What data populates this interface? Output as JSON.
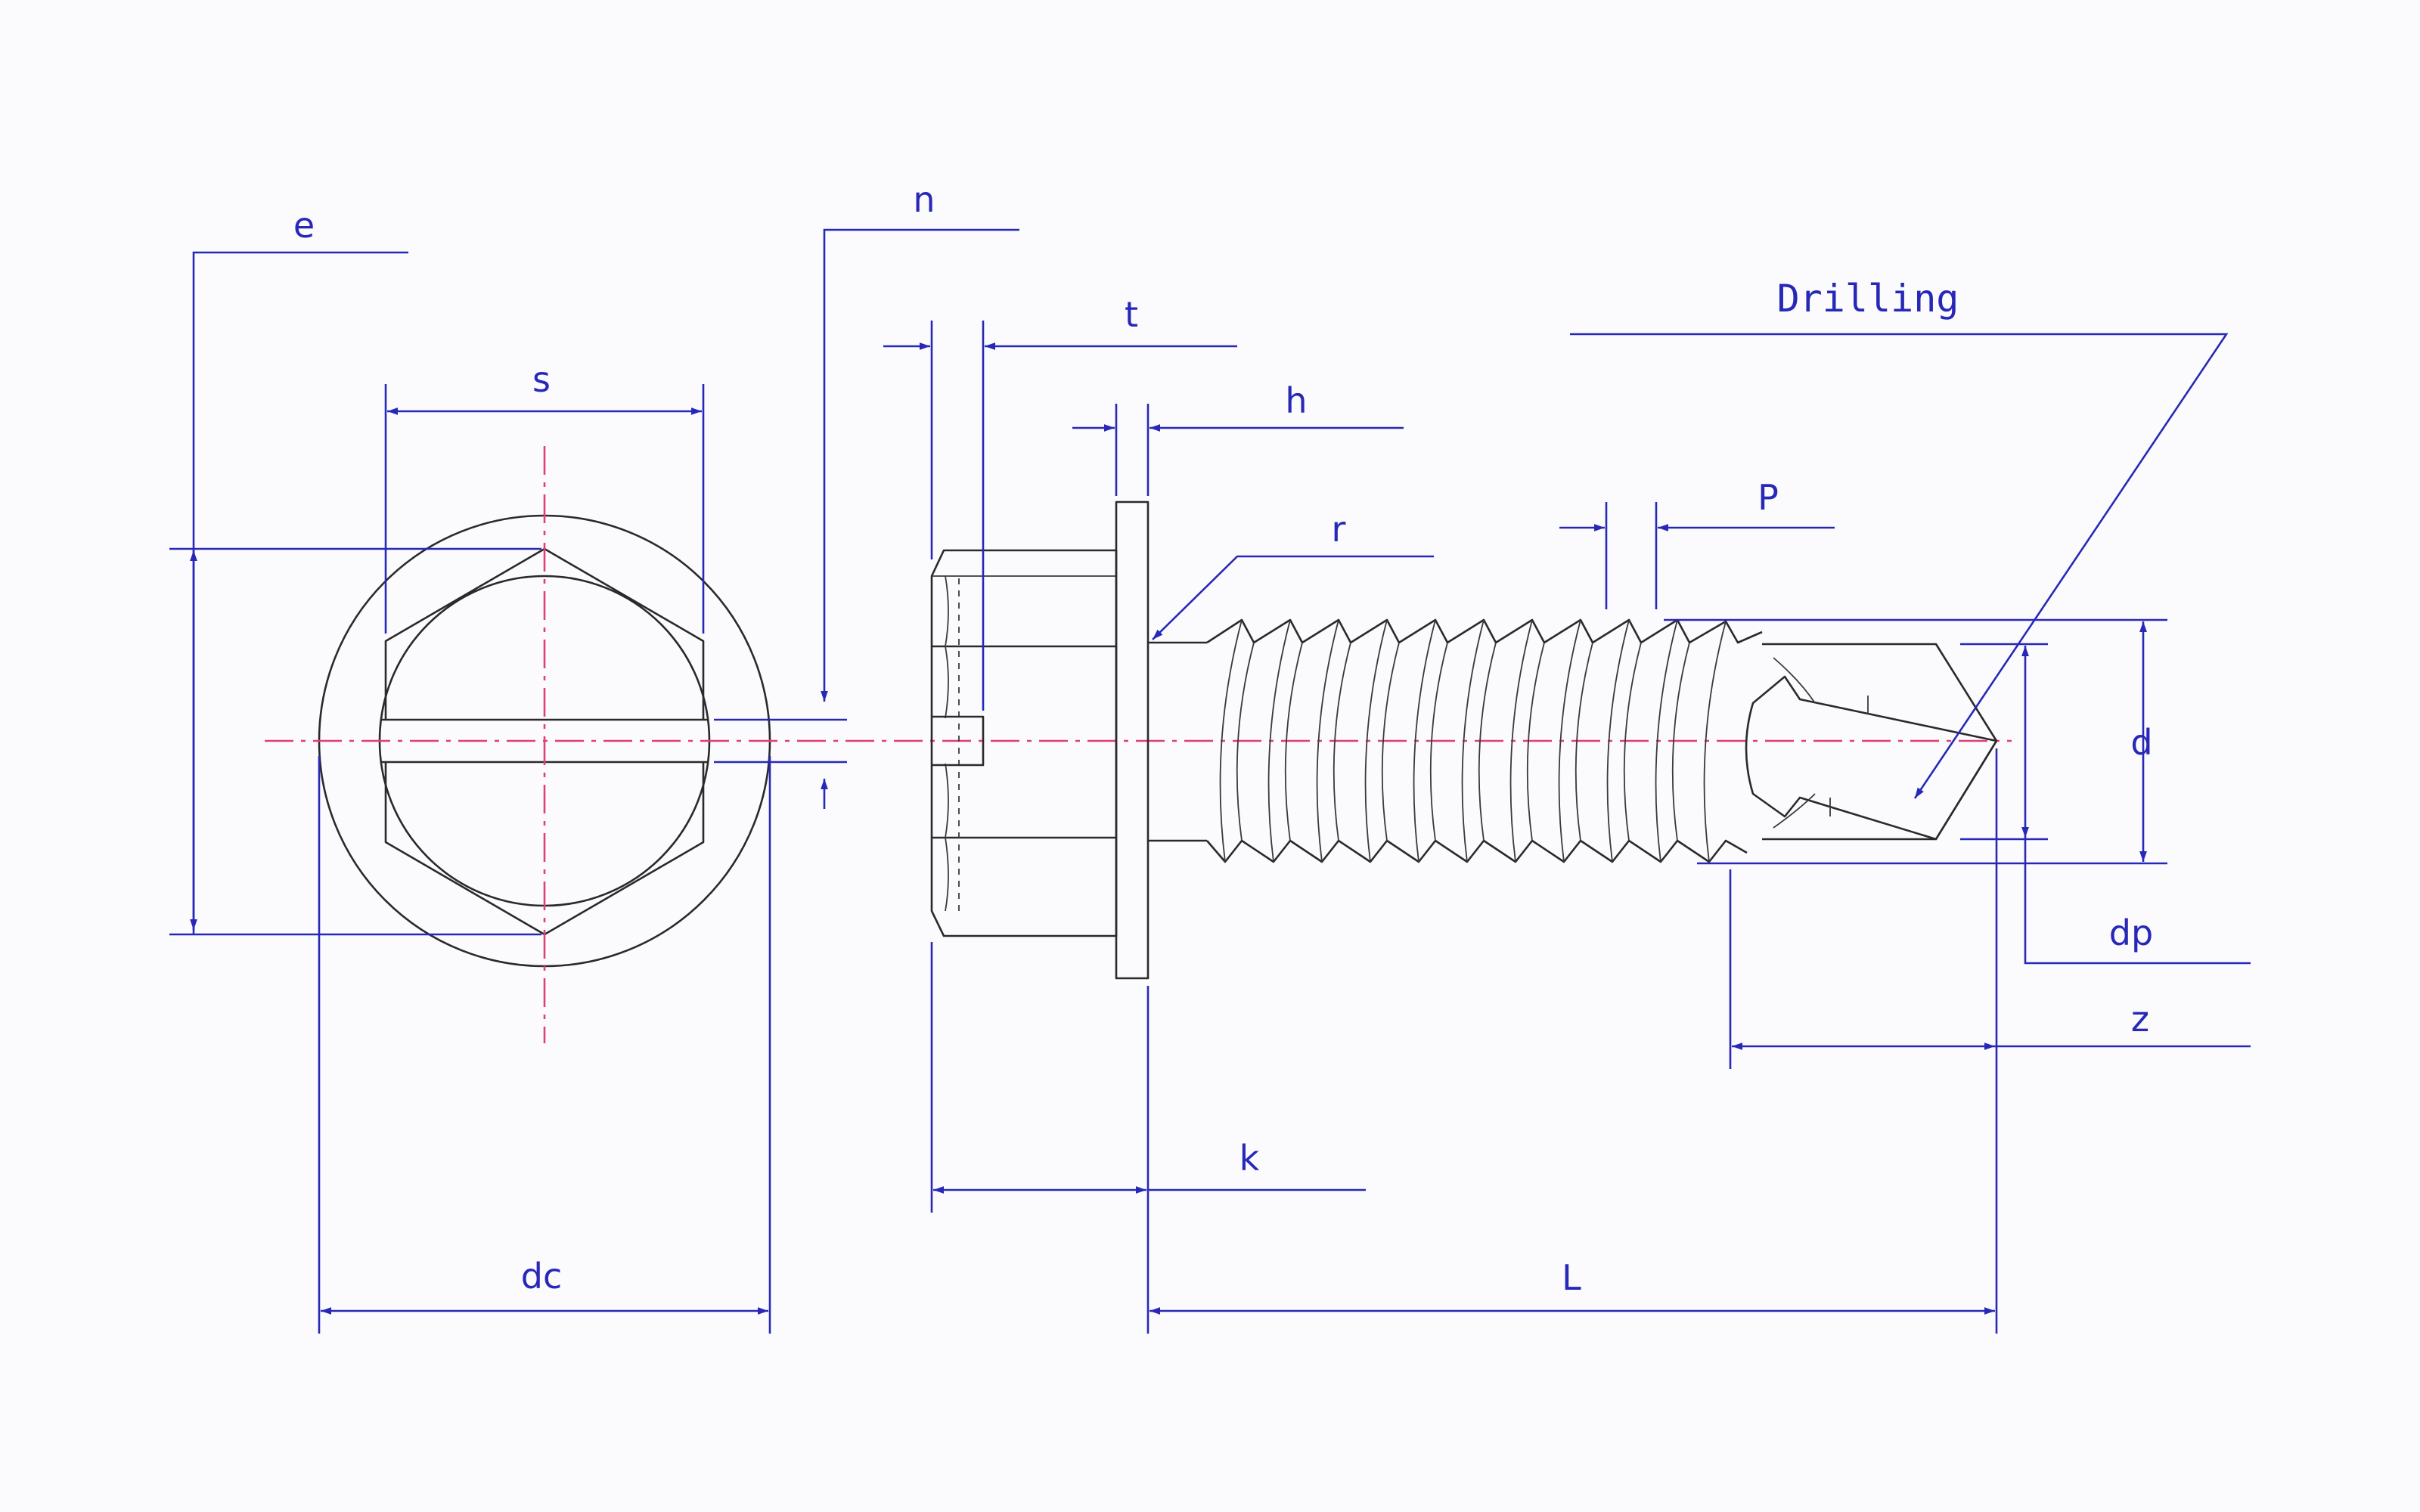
{
  "labels": {
    "e": "e",
    "s": "s",
    "dc": "dc",
    "n": "n",
    "t": "t",
    "h": "h",
    "r": "r",
    "k": "k",
    "p": "P",
    "drilling": "Drilling",
    "d": "d",
    "dp": "dp",
    "z": "z",
    "L": "L"
  },
  "colors": {
    "outline": "#2a2a2a",
    "dimension": "#2828b8",
    "centerline": "#e0407a",
    "background": "#fbfbfd"
  }
}
